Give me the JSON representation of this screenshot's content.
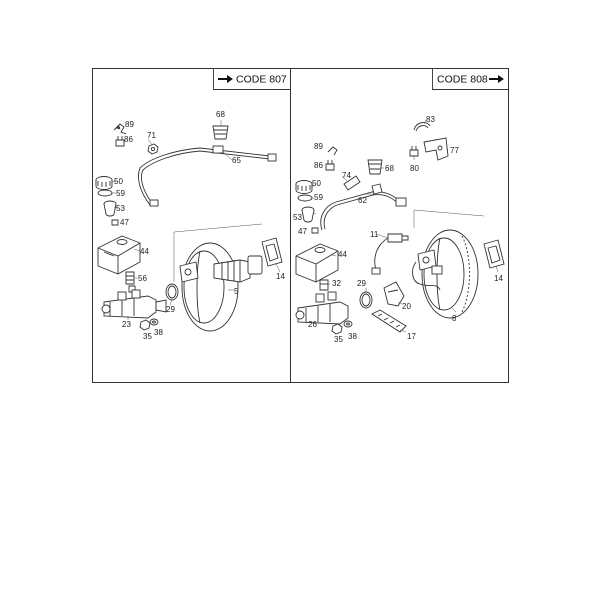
{
  "panels": [
    {
      "code_label": "CODE 807",
      "arrow": "right-arrow-icon",
      "parts": [
        {
          "id": "p1-89",
          "label": "89"
        },
        {
          "id": "p1-86",
          "label": "86"
        },
        {
          "id": "p1-71",
          "label": "71"
        },
        {
          "id": "p1-68",
          "label": "68"
        },
        {
          "id": "p1-65",
          "label": "65"
        },
        {
          "id": "p1-50",
          "label": "50"
        },
        {
          "id": "p1-59",
          "label": "59"
        },
        {
          "id": "p1-53",
          "label": "53"
        },
        {
          "id": "p1-47",
          "label": "47"
        },
        {
          "id": "p1-44",
          "label": "44"
        },
        {
          "id": "p1-56",
          "label": "56"
        },
        {
          "id": "p1-14",
          "label": "14"
        },
        {
          "id": "p1-5",
          "label": "5"
        },
        {
          "id": "p1-29",
          "label": "29"
        },
        {
          "id": "p1-23",
          "label": "23"
        },
        {
          "id": "p1-35",
          "label": "35"
        },
        {
          "id": "p1-38",
          "label": "38"
        }
      ]
    },
    {
      "code_label": "CODE 808",
      "arrow": "right-arrow-icon",
      "parts": [
        {
          "id": "p2-83",
          "label": "83"
        },
        {
          "id": "p2-77",
          "label": "77"
        },
        {
          "id": "p2-80",
          "label": "80"
        },
        {
          "id": "p2-89",
          "label": "89"
        },
        {
          "id": "p2-86",
          "label": "86"
        },
        {
          "id": "p2-68",
          "label": "68"
        },
        {
          "id": "p2-74",
          "label": "74"
        },
        {
          "id": "p2-50",
          "label": "50"
        },
        {
          "id": "p2-59",
          "label": "59"
        },
        {
          "id": "p2-62",
          "label": "62"
        },
        {
          "id": "p2-53",
          "label": "53"
        },
        {
          "id": "p2-47",
          "label": "47"
        },
        {
          "id": "p2-11",
          "label": "11"
        },
        {
          "id": "p2-44",
          "label": "44"
        },
        {
          "id": "p2-14",
          "label": "14"
        },
        {
          "id": "p2-32",
          "label": "32"
        },
        {
          "id": "p2-29",
          "label": "29"
        },
        {
          "id": "p2-20",
          "label": "20"
        },
        {
          "id": "p2-8",
          "label": "8"
        },
        {
          "id": "p2-26",
          "label": "26"
        },
        {
          "id": "p2-17",
          "label": "17"
        },
        {
          "id": "p2-35",
          "label": "35"
        },
        {
          "id": "p2-38",
          "label": "38"
        }
      ]
    }
  ]
}
